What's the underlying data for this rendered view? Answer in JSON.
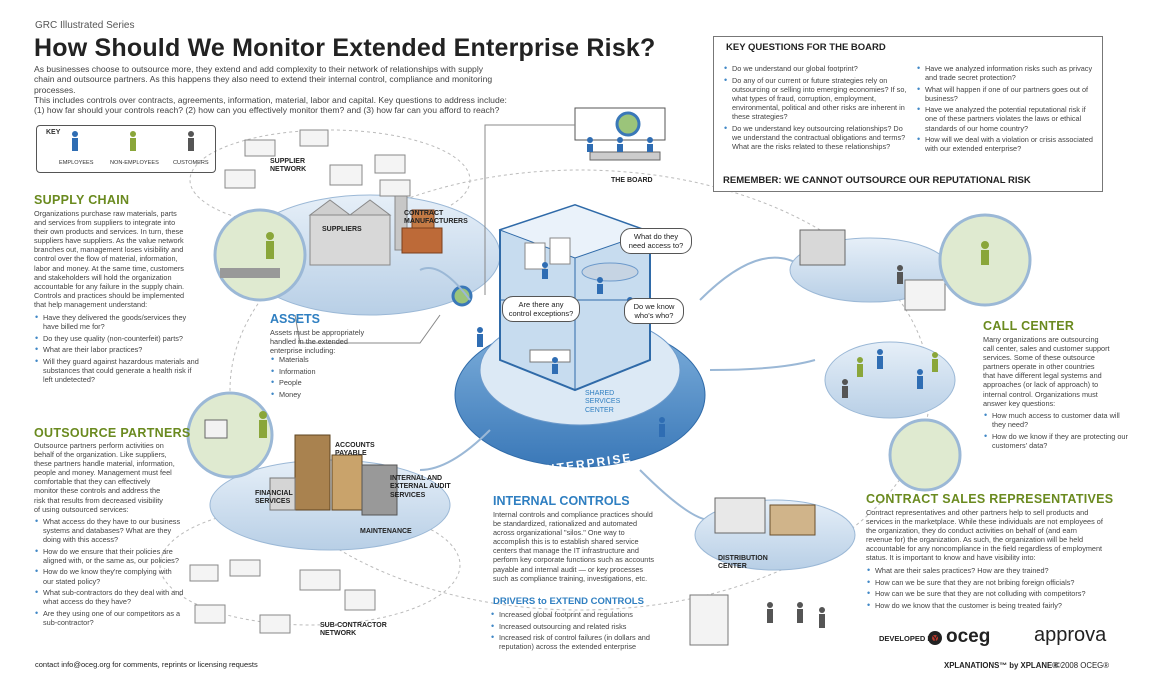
{
  "header": {
    "series": "GRC Illustrated Series",
    "title": "How Should We Monitor Extended Enterprise Risk?",
    "intro": [
      "As businesses choose to outsource more, they extend and add complexity to their network of relationships with supply",
      "chain and outsource partners. As this happens they also need to extend their internal control, compliance and monitoring processes.",
      "This includes controls over contracts, agreements, information, material, labor and capital. Key questions to address include:",
      "(1) how far should your controls reach? (2) how can you effectively monitor them? and (3) how far can you afford to reach?"
    ]
  },
  "key": {
    "title": "KEY",
    "employees": "EMPLOYEES",
    "non_employees": "NON-EMPLOYEES",
    "customers": "CUSTOMERS"
  },
  "supply_chain": {
    "heading": "SUPPLY CHAIN",
    "body": [
      "Organizations purchase raw materials, parts",
      "and services from suppliers to integrate into",
      "their own products and services. In turn, these",
      "suppliers have suppliers. As the value network",
      "branches out, management loses visibility and",
      "control over the flow of material, information,",
      "labor and money. At the same time, customers",
      "and stakeholders will hold the organization",
      "accountable for any failure in the supply chain.",
      "Controls and practices should be implemented",
      "that help management understand:"
    ],
    "questions": [
      "Have they delivered the goods/services they have billed me for?",
      "Do they use quality (non-counterfeit) parts?",
      "What are their labor practices?",
      "Will they guard against hazardous materials and substances that could generate a health risk if left undetected?"
    ]
  },
  "assets": {
    "heading": "ASSETS",
    "body": [
      "Assets must be appropriately",
      "handled in the extended",
      "enterprise including:"
    ],
    "items": [
      "Materials",
      "Information",
      "People",
      "Money"
    ]
  },
  "outsource": {
    "heading": "OUTSOURCE PARTNERS",
    "body": [
      "Outsource partners perform activities on",
      "behalf of the organization. Like suppliers,",
      "these partners handle material, information,",
      "people and money. Management must feel",
      "comfortable that they can effectively",
      "monitor these controls and address the",
      "risk that results from decreased visibility",
      "of using outsourced services:"
    ],
    "questions": [
      "What access do they have to our business systems and databases? What are they doing with this access?",
      "How do we ensure that their policies are aligned with, or the same as, our policies?",
      "How do we know they're complying with our stated policy?",
      "What sub-contractors do they deal with and what access do they have?",
      "Are they using one of our competitors as a sub-contractor?"
    ]
  },
  "key_questions": {
    "heading": "KEY QUESTIONS FOR THE BOARD",
    "col1": [
      "Do we understand our global footprint?",
      "Do any of our current or future strategies rely on outsourcing or selling into emerging economies? If so, what types of fraud, corruption, employment, environmental, political and other risks are inherent in these strategies?",
      "Do we understand key outsourcing relationships? Do we understand the contractual obligations and terms? What are the risks related to these relationships?"
    ],
    "col2": [
      "Have we analyzed information risks such as privacy and trade secret protection?",
      "What will happen if one of our partners goes out of business?",
      "Have we analyzed the potential reputational risk if one of these partners violates the laws or ethical standards of our home country?",
      "How will we deal with a violation or crisis associated with our extended enterprise?"
    ],
    "footer": "REMEMBER: WE CANNOT OUTSOURCE OUR REPUTATIONAL RISK"
  },
  "call_center": {
    "heading": "CALL CENTER",
    "body": [
      "Many organizations are outsourcing",
      "call center, sales and customer support",
      "services. Some of these outsource",
      "partners operate in other countries",
      "that have different legal systems and",
      "approaches (or lack of approach) to",
      "internal control. Organizations must",
      "answer key questions:"
    ],
    "questions": [
      "How much access to customer data will they need?",
      "How do we know if they are protecting our customers' data?"
    ]
  },
  "contract_sales": {
    "heading": "CONTRACT SALES REPRESENTATIVES",
    "body": [
      "Contract representatives and other partners help to sell products and",
      "services in the marketplace. While these individuals are not employees of",
      "the organization, they do conduct activities on behalf of (and earn",
      "revenue for) the organization. As such, the organization will be held",
      "accountable for any noncompliance in the field regardless of employment",
      "status. It is important to know and have visibility into:"
    ],
    "questions": [
      "What are their sales practices? How are they trained?",
      "How can we be sure that they are not bribing foreign officials?",
      "How can we be sure that they are not colluding with competitors?",
      "How do we know that the customer is being treated fairly?"
    ]
  },
  "internal_controls": {
    "heading": "INTERNAL CONTROLS",
    "body": [
      "Internal controls and compliance practices should",
      "be standardized, rationalized and automated",
      "across organizational \"silos.\" One way to",
      "accomplish this is to establish shared service",
      "centers that manage the IT infrastructure and",
      "perform key corporate functions such as accounts",
      "payable and internal audit — or key processes",
      "such as compliance training, investigations, etc."
    ],
    "drivers_heading": "DRIVERS to EXTEND CONTROLS",
    "drivers": [
      "Increased global footprint and regulations",
      "Increased outsourcing and related risks",
      "Increased risk of control failures (in dollars and reputation) across the extended enterprise"
    ]
  },
  "diagram_labels": {
    "supplier_network": "SUPPLIER NETWORK",
    "suppliers": "SUPPLIERS",
    "contract_manufacturers": "CONTRACT MANUFACTURERS",
    "the_board": "THE BOARD",
    "shared_services": "SHARED SERVICES CENTER",
    "enterprise": "ENTERPRISE",
    "accounts_payable": "ACCOUNTS PAYABLE",
    "internal_external_audit": "INTERNAL AND EXTERNAL AUDIT SERVICES",
    "financial_services": "FINANCIAL SERVICES",
    "maintenance": "MAINTENANCE",
    "sub_contractor_network": "SUB-CONTRACTOR NETWORK",
    "distribution_center": "DISTRIBUTION CENTER"
  },
  "bubbles": {
    "access": "What do they need access to?",
    "exceptions": "Are there any control exceptions?",
    "who": "Do we know who's who?"
  },
  "footer": {
    "contact": "contact info@oceg.org for comments, reprints or licensing requests",
    "developed_by": "DEVELOPED BY",
    "oceg": "oceg",
    "approva": "approva",
    "xplanations": "XPLANATIONS™ by XPLANE®",
    "copyright": "©2008 OCEG®"
  },
  "colors": {
    "employee": "#2f6db3",
    "non_employee": "#8aa63a",
    "customer": "#555555",
    "section_green": "#6a8a1f",
    "section_blue": "#2f7fc1",
    "platform_blue": "#c9dcef"
  }
}
